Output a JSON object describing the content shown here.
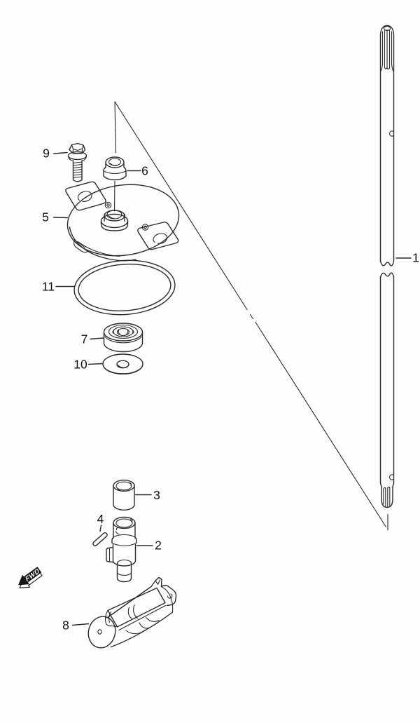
{
  "callouts": {
    "part1": "1",
    "part2": "2",
    "part3": "3",
    "part4": "4",
    "part5": "5",
    "part6": "6",
    "part7": "7",
    "part8": "8",
    "part9": "9",
    "part10": "10",
    "part11": "11"
  },
  "fwd_badge": {
    "label": "FWD"
  },
  "colors": {
    "line": "#2a2a2a",
    "label": "#111111",
    "background": "#fdfdfd"
  }
}
